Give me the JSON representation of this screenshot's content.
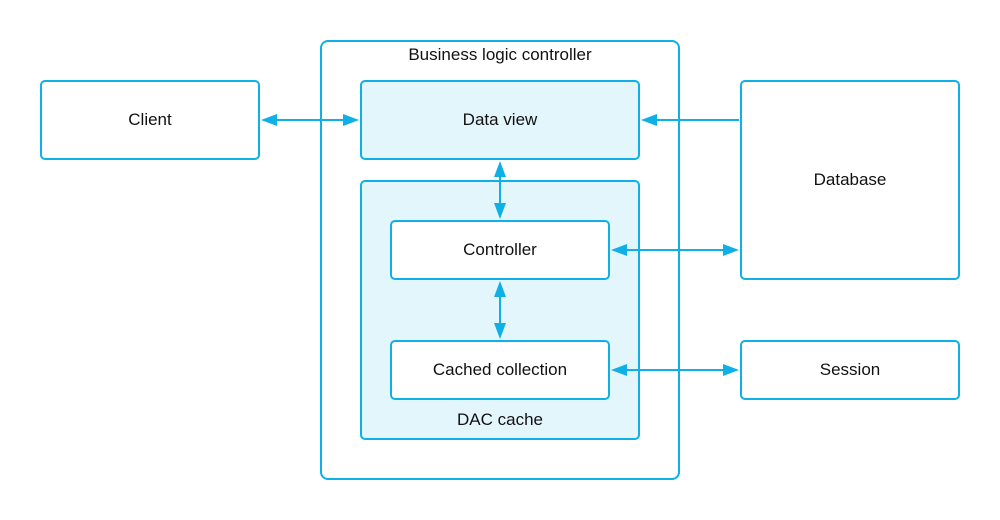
{
  "diagram": {
    "title": "Business logic controller",
    "colors": {
      "stroke": "#0fb0e6",
      "tint": "#e3f6fc",
      "text": "#111111"
    },
    "nodes": {
      "client": "Client",
      "business_logic_controller": "Business logic controller",
      "data_view": "Data view",
      "dac_cache": "DAC cache",
      "controller": "Controller",
      "cached_collection": "Cached collection",
      "database": "Database",
      "session": "Session"
    },
    "edges": [
      {
        "from": "Client",
        "to": "Data view",
        "direction": "both"
      },
      {
        "from": "Database",
        "to": "Data view",
        "direction": "forward"
      },
      {
        "from": "Data view",
        "to": "Controller",
        "direction": "both"
      },
      {
        "from": "Controller",
        "to": "Database",
        "direction": "both"
      },
      {
        "from": "Controller",
        "to": "Cached collection",
        "direction": "both"
      },
      {
        "from": "Cached collection",
        "to": "Session",
        "direction": "both"
      }
    ]
  }
}
